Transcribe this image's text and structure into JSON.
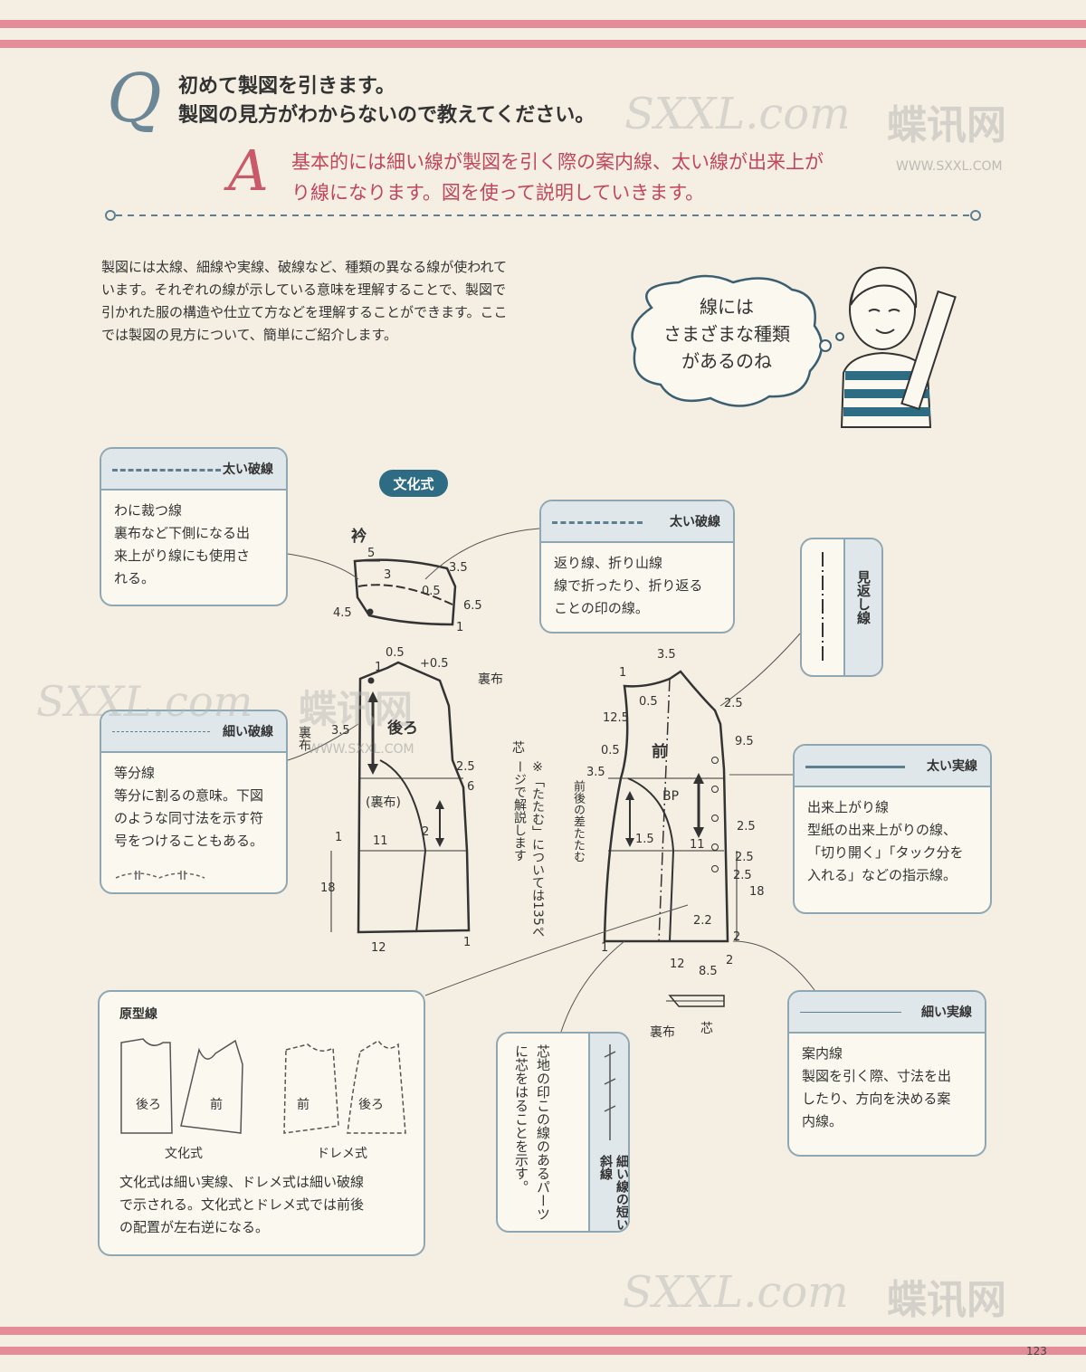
{
  "qa": {
    "q_letter": "Q",
    "question_line1": "初めて製図を引きます。",
    "question_line2": "製図の見方がわからないので教えてください。",
    "a_letter": "A",
    "answer_line1": "基本的には細い線が製図を引く際の案内線、太い線が出来上が",
    "answer_line2": "り線になります。図を使って説明していきます。"
  },
  "intro": {
    "line1": "製図には太線、細線や実線、破線など、種類の異なる線が使われて",
    "line2": "います。それぞれの線が示している意味を理解することで、製図で",
    "line3": "引かれた服の構造や仕立て方などを理解することができます。ここ",
    "line4": "では製図の見方について、簡単にご紹介します。"
  },
  "bubble": {
    "line1": "線には",
    "line2": "さまざまな種類",
    "line3": "があるのね"
  },
  "style_badge": "文化式",
  "boxes": {
    "thick_dashed_left": {
      "title": "太い破線",
      "line1": "わに裁つ線",
      "line2": "裏布など下側になる出",
      "line3": "来上がり線にも使用さ",
      "line4": "れる。"
    },
    "thin_dashed": {
      "title": "細い破線",
      "line1": "等分線",
      "line2": "等分に割るの意味。下図",
      "line3": "のような同寸法を示す符",
      "line4": "号をつけることもある。"
    },
    "thick_dashed_center": {
      "title": "太い破線",
      "line1": "返り線、折り山線",
      "line2": "線で折ったり、折り返る",
      "line3": "ことの印の線。"
    },
    "facing_line": {
      "title": "見返し線"
    },
    "thick_solid": {
      "title": "太い実線",
      "line1": "出来上がり線",
      "line2": "型紙の出来上がりの線、",
      "line3": "「切り開く」「タック分を",
      "line4": "入れる」などの指示線。"
    },
    "thin_solid": {
      "title": "細い実線",
      "line1": "案内線",
      "line2": "製図を引く際、寸法を出",
      "line3": "したり、方向を決める案",
      "line4": "内線。"
    },
    "base_pattern": {
      "title": "原型線",
      "back": "後ろ",
      "front": "前",
      "bunka": "文化式",
      "doreme": "ドレメ式",
      "line1": "文化式は細い実線、ドレメ式は細い破線",
      "line2": "で示される。文化式とドレメ式では前後",
      "line3": "の配置が左右逆になる。"
    },
    "interfacing": {
      "title": "細い線の短い斜線",
      "text": "芯地の印この線のあるパーツに芯をはることを示す。"
    }
  },
  "diagram": {
    "collar": "衿",
    "back": "後ろ",
    "front": "前",
    "lining_paren": "(裏布)",
    "lining": "裏布",
    "lining2": "裏布",
    "lining3": "裏布",
    "interfacing_label": "芯",
    "interfacing_label2": "芯",
    "bp": "BP",
    "fold_note": "前後の差たたむ",
    "ref_note": "※「たたむ」については135ページで解説します",
    "nums": {
      "c5": "5",
      "c3": "3",
      "c35": "3.5",
      "c05": "0.5",
      "c65": "6.5",
      "c45": "4.5",
      "c1": "1",
      "b1": "1",
      "b05": "0.5",
      "bp05": "+0.5",
      "b35": "3.5",
      "b25": "2.5",
      "b6": "6",
      "b2": "2",
      "b11": "11",
      "b1b": "1",
      "b18": "18",
      "b12": "12",
      "b1c": "1",
      "f35": "3.5",
      "f1": "1",
      "f05": "0.5",
      "f125": "12.5",
      "f25": "2.5",
      "f05b": "0.5",
      "f95": "9.5",
      "f35b": "3.5",
      "f25b": "2.5",
      "f15": "1.5",
      "f11": "11",
      "f25c": "2.5",
      "f25d": "2.5",
      "f18": "18",
      "f22": "2.2",
      "f2": "2",
      "f12": "12",
      "f85": "8.5",
      "f2b": "2",
      "f1b": "1"
    }
  },
  "watermark": {
    "site": "蝶讯网",
    "url": "WWW.SXXL.COM",
    "brand": "SXXL.com"
  },
  "page_number": "123"
}
